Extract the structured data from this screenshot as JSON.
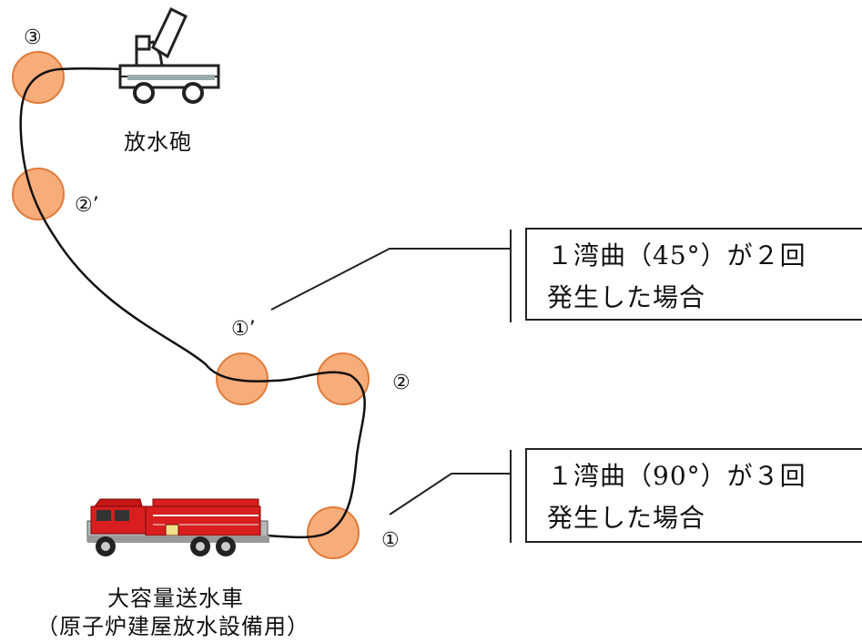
{
  "points": [
    {
      "id": "p1",
      "label": "①"
    },
    {
      "id": "p2",
      "label": "②"
    },
    {
      "id": "p3",
      "label": "③"
    },
    {
      "id": "p1p",
      "label": "①’"
    },
    {
      "id": "p2p",
      "label": "②’"
    }
  ],
  "nozzle": {
    "label": "放水砲"
  },
  "truck": {
    "label_line1": "大容量送水車",
    "label_line2": "（原子炉建屋放水設備用）"
  },
  "callouts": [
    {
      "line1": "１湾曲（45°）が２回",
      "line2": "発生した場合"
    },
    {
      "line1": "１湾曲（90°）が３回",
      "line2": "発生した場合"
    }
  ],
  "colors": {
    "bend_fill": "#f7ad7a",
    "bend_stroke": "#e07a3a",
    "hose": "#111111",
    "truck_red": "#d81e1e"
  }
}
